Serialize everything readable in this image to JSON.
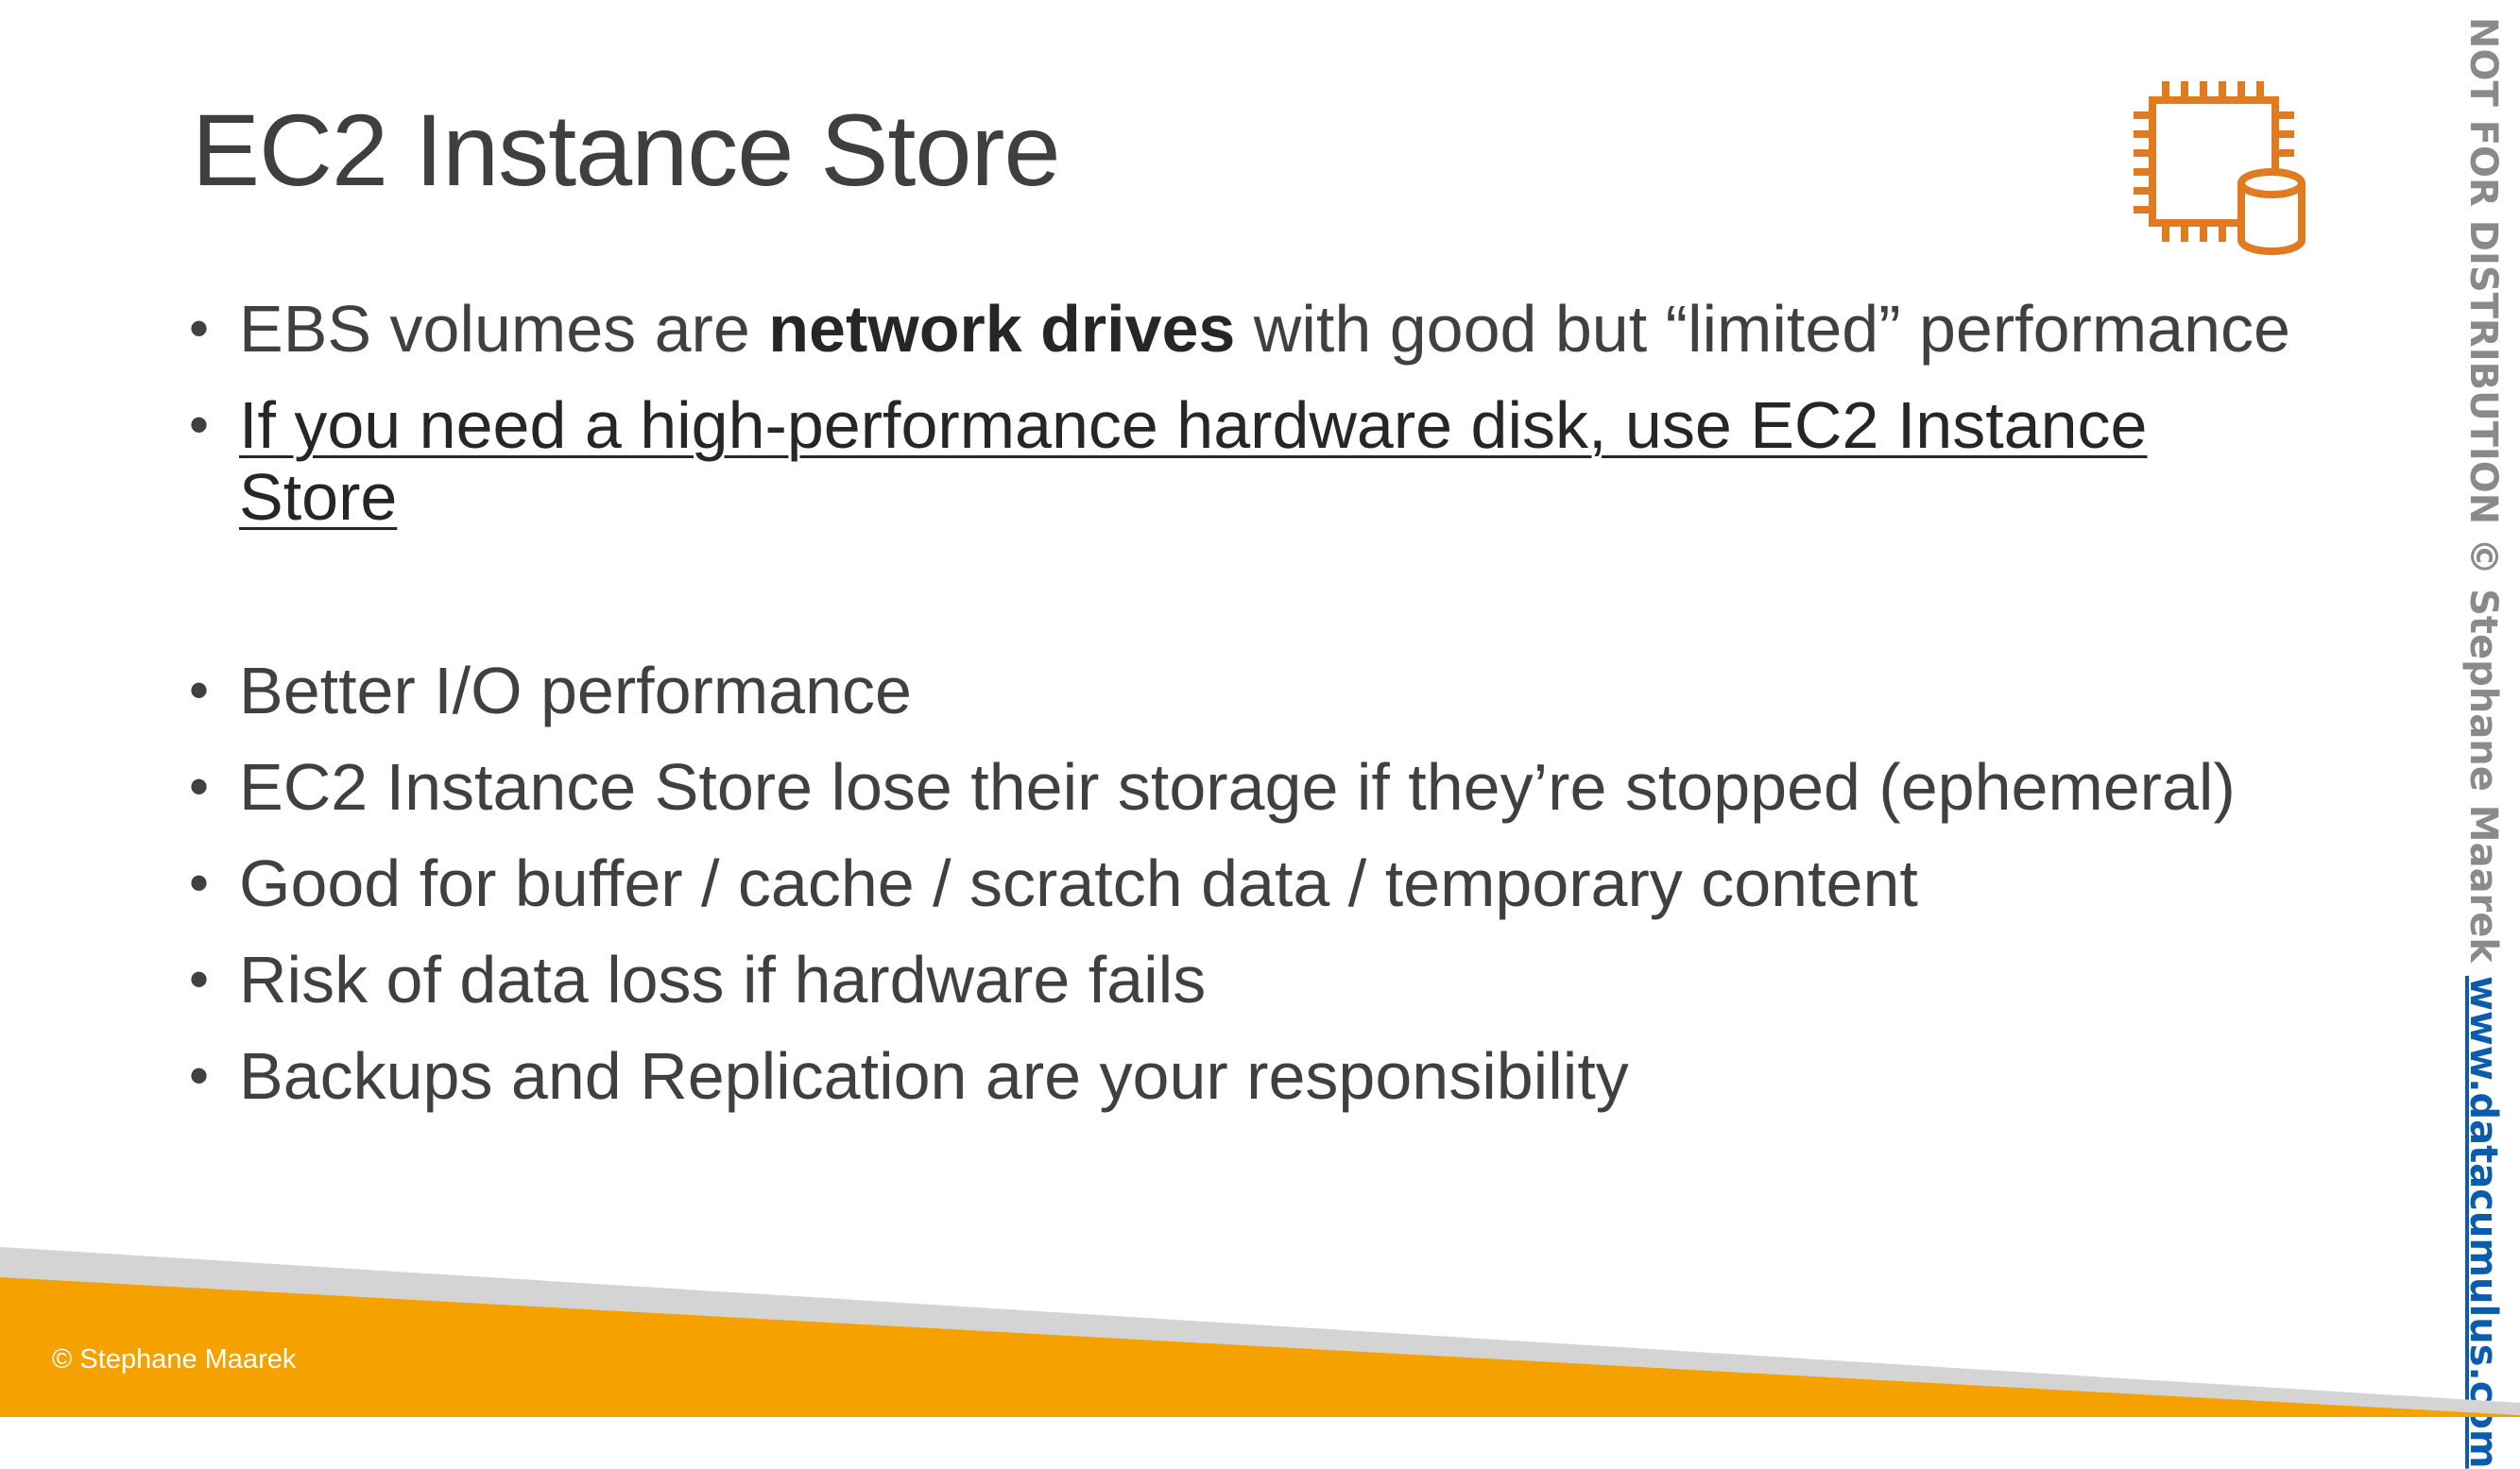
{
  "slide": {
    "title": "EC2 Instance Store",
    "bullets": [
      {
        "pre": "EBS volumes are ",
        "bold": "network drives",
        "post": " with good but “limited” performance"
      },
      {
        "line1": "If you need a high-performance hardware disk, use EC2 Instance",
        "line2": "Store"
      },
      {
        "text": "Better I/O performance"
      },
      {
        "text": "EC2 Instance Store lose their storage if they’re stopped (ephemeral)"
      },
      {
        "text": "Good for buffer / cache / scratch data / temporary content"
      },
      {
        "text": "Risk of data loss if hardware fails"
      },
      {
        "text": "Backups and Replication are your responsibility"
      }
    ],
    "bullet_glyph": "•",
    "watermark": "NOT FOR DISTRIBUTION © Stephane Maarek ",
    "website": "www.datacumulus.com",
    "footer": "© Stephane Maarek"
  },
  "colors": {
    "accent_orange": "#F5A200",
    "icon_orange": "#E07B21",
    "footer_gray": "#D4D4D4",
    "link_blue": "#0B5CAD"
  },
  "icons": [
    "ec2-instance-store-icon"
  ]
}
